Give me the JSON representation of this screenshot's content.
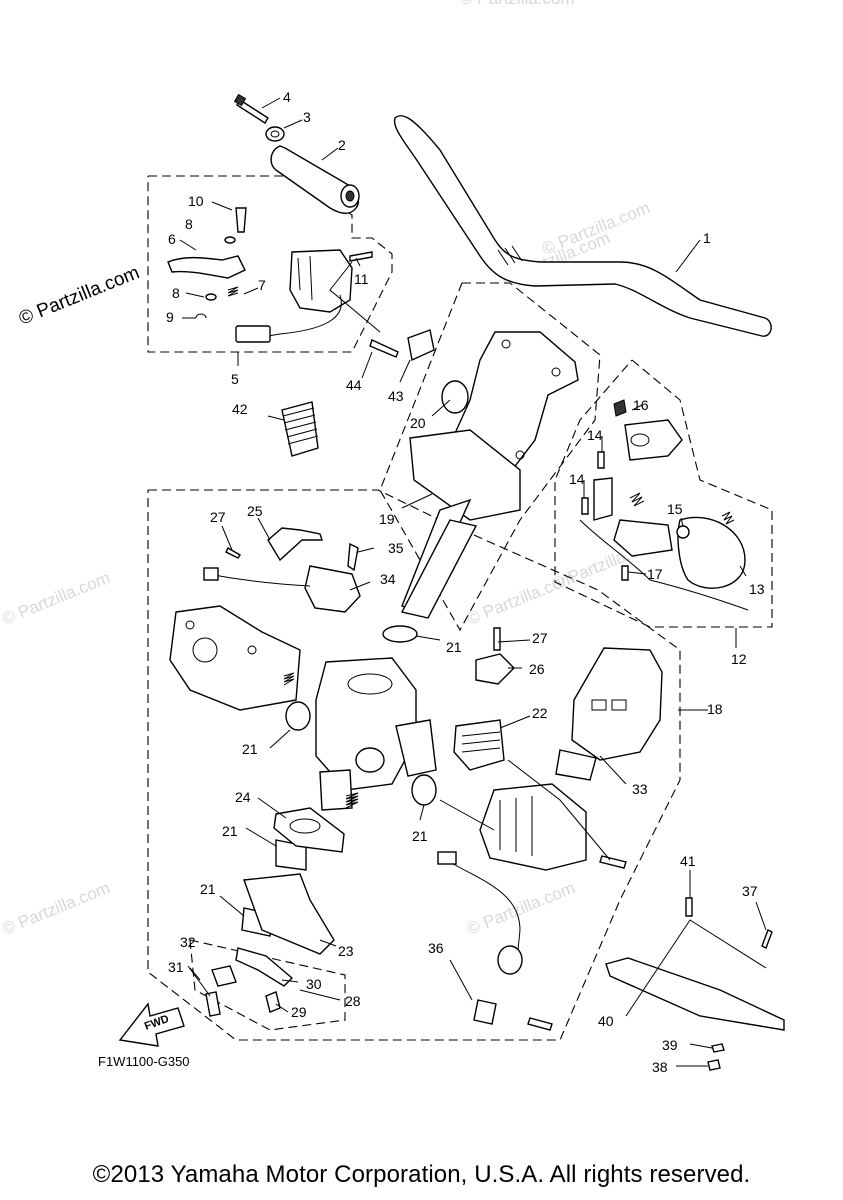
{
  "watermarks": {
    "primary": "© Partzilla.com",
    "faint": [
      "© Partzilla.com",
      "© Partzilla.com",
      "© Partzilla.com",
      "© Partzilla.com",
      "© Partzilla.com",
      "© Partzilla.com",
      "© Partzilla.com",
      "© Partzilla.com"
    ]
  },
  "diagram_code": "F1W1100-G350",
  "fwd_label": "FWD",
  "copyright": "©2013 Yamaha Motor Corporation, U.S.A. All rights reserved.",
  "callouts": {
    "c1": "1",
    "c2": "2",
    "c3": "3",
    "c4": "4",
    "c5": "5",
    "c6": "6",
    "c7": "7",
    "c8a": "8",
    "c8b": "8",
    "c9": "9",
    "c10": "10",
    "c11": "11",
    "c12": "12",
    "c13": "13",
    "c14a": "14",
    "c14b": "14",
    "c15": "15",
    "c16": "16",
    "c17": "17",
    "c18": "18",
    "c19": "19",
    "c20": "20",
    "c21a": "21",
    "c21b": "21",
    "c21c": "21",
    "c21d": "21",
    "c21e": "21",
    "c22": "22",
    "c23": "23",
    "c24": "24",
    "c25": "25",
    "c26": "26",
    "c27a": "27",
    "c27b": "27",
    "c28": "28",
    "c29": "29",
    "c30": "30",
    "c31": "31",
    "c32": "32",
    "c33": "33",
    "c34": "34",
    "c35": "35",
    "c36": "36",
    "c37": "37",
    "c38": "38",
    "c39": "39",
    "c40": "40",
    "c41": "41",
    "c42": "42",
    "c43": "43",
    "c44": "44"
  }
}
